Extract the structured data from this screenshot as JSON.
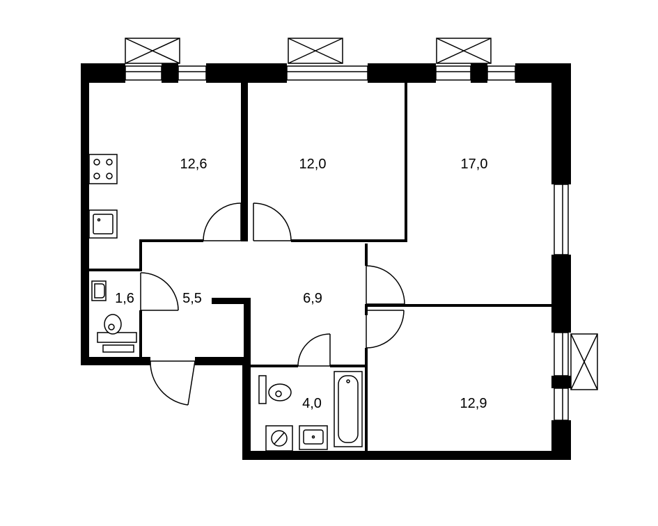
{
  "plan": {
    "rooms": [
      {
        "id": "kitchen",
        "area": "12,6"
      },
      {
        "id": "bedroom-middle",
        "area": "12,0"
      },
      {
        "id": "bedroom-right",
        "area": "17,0"
      },
      {
        "id": "toilet",
        "area": "1,6"
      },
      {
        "id": "hall",
        "area": "5,5"
      },
      {
        "id": "corridor",
        "area": "6,9"
      },
      {
        "id": "bathroom",
        "area": "4,0"
      },
      {
        "id": "bedroom-bottom",
        "area": "12,9"
      }
    ]
  },
  "colors": {
    "wall": "#000000",
    "background": "#ffffff"
  }
}
